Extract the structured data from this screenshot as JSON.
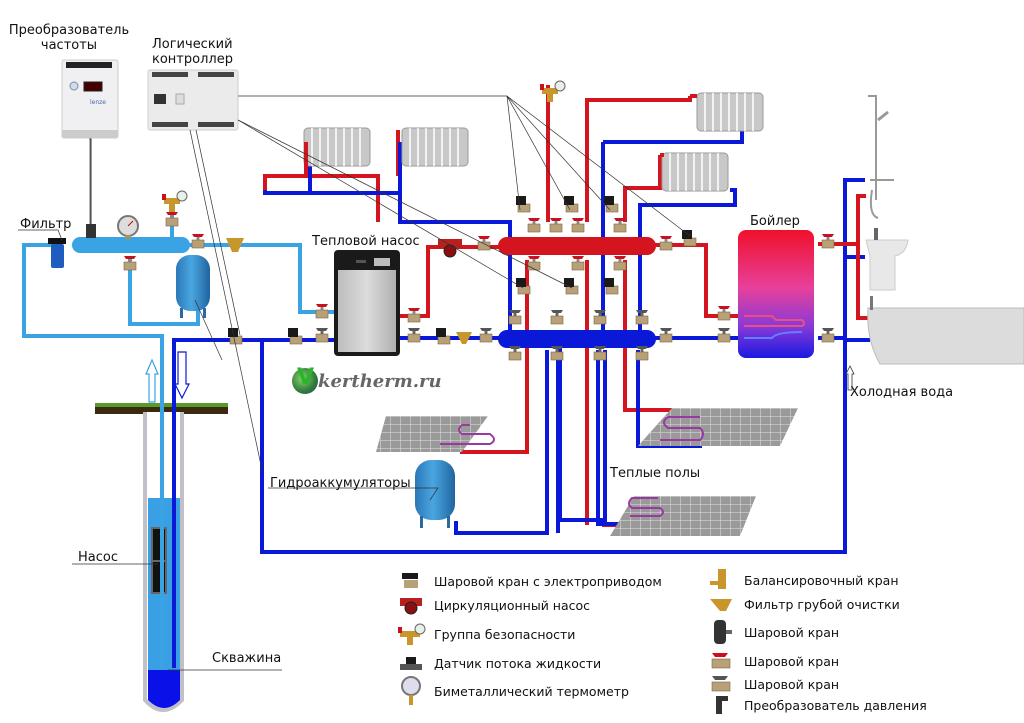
{
  "labels": {
    "freq_converter": [
      "Преобразователь",
      "частоты"
    ],
    "logic_controller": [
      "Логический",
      "контроллер"
    ],
    "filter": "Фильтр",
    "heat_pump": "Тепловой насос",
    "boiler": "Бойлер",
    "cold_water": "Холодная вода",
    "floor_heating": "Теплые полы",
    "accumulators": "Гидроаккумуляторы",
    "well_pump": "Насос",
    "well": "Скважина",
    "watermark": "kertherm.ru",
    "watermark_letter": "V"
  },
  "legend": {
    "left": [
      {
        "icon": "motorized-ball-valve-icon",
        "label": "Шаровой кран с электроприводом"
      },
      {
        "icon": "circulation-pump-icon",
        "label": "Циркуляционный насос"
      },
      {
        "icon": "safety-group-icon",
        "label": "Группа безопасности"
      },
      {
        "icon": "flow-sensor-icon",
        "label": "Датчик потока жидкости"
      },
      {
        "icon": "bimetal-thermometer-icon",
        "label": "Биметаллический термометр"
      }
    ],
    "right": [
      {
        "icon": "balancing-valve-icon",
        "label": "Балансировочный кран"
      },
      {
        "icon": "coarse-filter-icon",
        "label": "Фильтр грубой очистки"
      },
      {
        "icon": "ball-valve-large-icon",
        "label": "Шаровой кран"
      },
      {
        "icon": "ball-valve-red-icon",
        "label": "Шаровой кран"
      },
      {
        "icon": "ball-valve-gray-icon",
        "label": "Шаровой кран"
      },
      {
        "icon": "pressure-transducer-icon",
        "label": "Преобразователь давления"
      }
    ]
  },
  "colors": {
    "hot_pipe": "#d4141e",
    "cold_pipe": "#0a18d8",
    "well_pipe": "#3aa3e3",
    "radiator": "#c8c8c8",
    "brass": "#c8a050"
  }
}
